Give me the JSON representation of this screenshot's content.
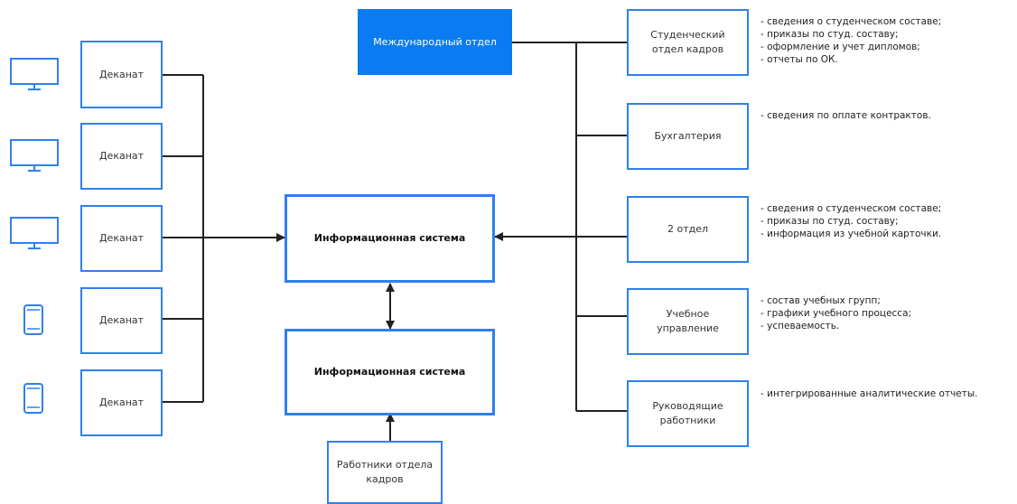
{
  "left": {
    "dekanat_boxes": [
      "Деканат",
      "Деканат",
      "Деканат",
      "Деканат",
      "Деканат"
    ],
    "devices": [
      "monitor-icon",
      "monitor-icon",
      "monitor-icon",
      "tablet-icon",
      "tablet-icon"
    ]
  },
  "center": {
    "is_top": "Информационная система",
    "is_bottom": "Информационная система",
    "hr_staff": "Работники отдела кадров"
  },
  "top": {
    "intl_dept": "Международный отдел"
  },
  "right": {
    "units": [
      {
        "label": "Студенческий отдел кадров",
        "notes": [
          "- сведения о студенческом составе;",
          "- приказы по студ. составу;",
          "- оформление и учет дипломов;",
          "- отчеты по ОК."
        ]
      },
      {
        "label": "Бухгалтерия",
        "notes": [
          "- сведения по оплате контрактов."
        ]
      },
      {
        "label": "2 отдел",
        "notes": [
          "- сведения о студенческом составе;",
          "- приказы по студ. составу;",
          "- информация из учебной карточки."
        ]
      },
      {
        "label": "Учебное управление",
        "notes": [
          "- состав учебных групп;",
          "- графики учебного процесса;",
          "- успеваемость."
        ]
      },
      {
        "label": "Руководящие работники",
        "notes": [
          "- интегрированные аналитические отчеты."
        ]
      }
    ]
  },
  "colors": {
    "accent": "#2f80ed",
    "filled": "#0a7bf0",
    "line": "#222222"
  }
}
